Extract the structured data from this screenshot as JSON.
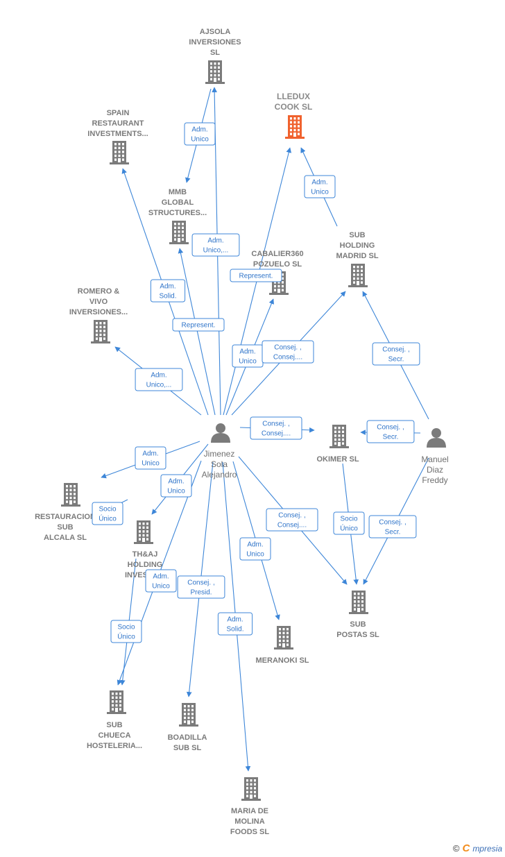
{
  "colors": {
    "edge": "#3d86d8",
    "building": "#7b7b7b",
    "highlight": "#f0622e",
    "person": "#7b7b7b"
  },
  "nodes": [
    {
      "id": "ajsola",
      "type": "company",
      "lines": [
        "AJSOLA",
        "INVERSIONES",
        "SL"
      ]
    },
    {
      "id": "lledux",
      "type": "company",
      "highlight": true,
      "lines": [
        "LLEDUX",
        "COOK  SL"
      ]
    },
    {
      "id": "spain",
      "type": "company",
      "lines": [
        "SPAIN",
        "RESTAURANT",
        "INVESTMENTS..."
      ]
    },
    {
      "id": "mmb",
      "type": "company",
      "lines": [
        "MMB",
        "GLOBAL",
        "STRUCTURES..."
      ]
    },
    {
      "id": "cabalier",
      "type": "company",
      "lines": [
        "CABALIER360",
        "POZUELO  SL"
      ]
    },
    {
      "id": "subholding",
      "type": "company",
      "lines": [
        "SUB",
        "HOLDING",
        "MADRID  SL"
      ]
    },
    {
      "id": "romero",
      "type": "company",
      "lines": [
        "ROMERO &",
        "VIVO",
        "INVERSIONES..."
      ]
    },
    {
      "id": "okimer",
      "type": "company",
      "lines": [
        "OKIMER  SL"
      ]
    },
    {
      "id": "restauracion",
      "type": "company",
      "lines": [
        "RESTAURACION",
        "SUB",
        "ALCALA  SL"
      ]
    },
    {
      "id": "thaj",
      "type": "company",
      "lines": [
        "TH&AJ",
        "HOLDING",
        "INVESTM..."
      ]
    },
    {
      "id": "subpostas",
      "type": "company",
      "lines": [
        "SUB",
        "POSTAS  SL"
      ]
    },
    {
      "id": "meranoki",
      "type": "company",
      "lines": [
        "MERANOKI  SL"
      ]
    },
    {
      "id": "subchueca",
      "type": "company",
      "lines": [
        "SUB",
        "CHUECA",
        "HOSTELERIA..."
      ]
    },
    {
      "id": "boadilla",
      "type": "company",
      "lines": [
        "BOADILLA",
        "SUB  SL"
      ]
    },
    {
      "id": "mariademolina",
      "type": "company",
      "lines": [
        "MARIA DE",
        "MOLINA",
        "FOODS  SL"
      ]
    },
    {
      "id": "jimenez",
      "type": "person",
      "lines": [
        "Jimenez",
        "Sola",
        "Alejandro"
      ]
    },
    {
      "id": "manuel",
      "type": "person",
      "lines": [
        "Manuel",
        "Diaz",
        "Freddy"
      ]
    }
  ],
  "relations": [
    {
      "from": "jimenez",
      "to": "ajsola",
      "lines": [
        "Adm.",
        "Unico,..."
      ]
    },
    {
      "from": "ajsola",
      "to": "mmb",
      "lines": [
        "Adm.",
        "Unico"
      ]
    },
    {
      "from": "subholding",
      "to": "lledux",
      "lines": [
        "Adm.",
        "Unico"
      ]
    },
    {
      "from": "jimenez",
      "to": "spain",
      "lines": [
        "Adm.",
        "Solid."
      ]
    },
    {
      "from": "jimenez",
      "to": "lledux",
      "lines": [
        "Represent."
      ]
    },
    {
      "from": "jimenez",
      "to": "mmb",
      "lines": [
        "Represent."
      ]
    },
    {
      "from": "jimenez",
      "to": "cabalier",
      "lines": [
        "Adm.",
        "Unico"
      ]
    },
    {
      "from": "jimenez",
      "to": "subholding",
      "lines": [
        "Consej. ,",
        "Consej...."
      ]
    },
    {
      "from": "manuel",
      "to": "subholding",
      "lines": [
        "Consej. ,",
        "Secr."
      ]
    },
    {
      "from": "jimenez",
      "to": "romero",
      "lines": [
        "Adm.",
        "Unico,..."
      ]
    },
    {
      "from": "jimenez",
      "to": "okimer",
      "lines": [
        "Consej. ,",
        "Consej...."
      ]
    },
    {
      "from": "manuel",
      "to": "okimer",
      "lines": [
        "Consej. ,",
        "Secr."
      ]
    },
    {
      "from": "jimenez",
      "to": "restauracion",
      "lines": [
        "Adm.",
        "Unico"
      ]
    },
    {
      "from": "thaj",
      "to": "restauracion",
      "lines": [
        "Socio",
        "Único"
      ]
    },
    {
      "from": "jimenez",
      "to": "thaj",
      "lines": [
        "Adm.",
        "Unico"
      ]
    },
    {
      "from": "jimenez",
      "to": "subpostas",
      "lines": [
        "Consej. ,",
        "Consej...."
      ]
    },
    {
      "from": "okimer",
      "to": "subpostas",
      "lines": [
        "Socio",
        "Único"
      ]
    },
    {
      "from": "manuel",
      "to": "subpostas",
      "lines": [
        "Consej. ,",
        "Secr."
      ]
    },
    {
      "from": "jimenez",
      "to": "meranoki",
      "lines": [
        "Adm.",
        "Unico"
      ]
    },
    {
      "from": "jimenez",
      "to": "subchueca",
      "lines": [
        "Adm.",
        "Unico"
      ]
    },
    {
      "from": "thaj",
      "to": "subchueca",
      "lines": [
        "Socio",
        "Único"
      ]
    },
    {
      "from": "jimenez",
      "to": "boadilla",
      "lines": [
        "Consej. ,",
        "Presid."
      ]
    },
    {
      "from": "jimenez",
      "to": "mariademolina",
      "lines": [
        "Adm.",
        "Solid."
      ]
    }
  ],
  "brand": {
    "copyright": "©",
    "e": "C",
    "name": "mpresia"
  }
}
